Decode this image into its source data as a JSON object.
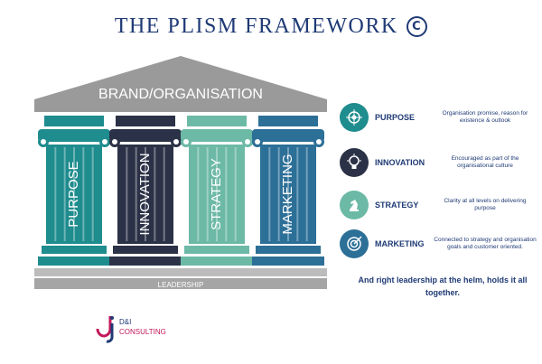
{
  "title": "THE PLISM FRAMEWORK",
  "title_mark": "C",
  "temple": {
    "roof_label": "BRAND/ORGANISATION",
    "base_label": "LEADERSHIP",
    "pillars": [
      {
        "label": "PURPOSE",
        "color": "#1f8c8e"
      },
      {
        "label": "INNOVATION",
        "color": "#2b3247"
      },
      {
        "label": "STRATEGY",
        "color": "#6cb9a6"
      },
      {
        "label": "MARKETING",
        "color": "#2c6f97"
      }
    ],
    "roof_color": "#9a9a9a"
  },
  "legend": [
    {
      "icon": "target-icon",
      "label": "PURPOSE",
      "description": "Organisation promise, reason for existence & outlook",
      "color": "#1f8c8e"
    },
    {
      "icon": "lightbulb-icon",
      "label": "INNOVATION",
      "description": "Encouraged as part of the organisational culture",
      "color": "#2b3247"
    },
    {
      "icon": "chess-knight-icon",
      "label": "STRATEGY",
      "description": "Clarity at all levels on delivering purpose",
      "color": "#6cb9a6"
    },
    {
      "icon": "bullseye-icon",
      "label": "MARKETING",
      "description": "Connected to strategy and organisation goals and customer oriented.",
      "color": "#2c6f97"
    }
  ],
  "tagline": "And right leadership at the helm, holds it all together.",
  "logo": {
    "brand": "D&I",
    "sub": "CONSULTING",
    "mark": "dj"
  }
}
